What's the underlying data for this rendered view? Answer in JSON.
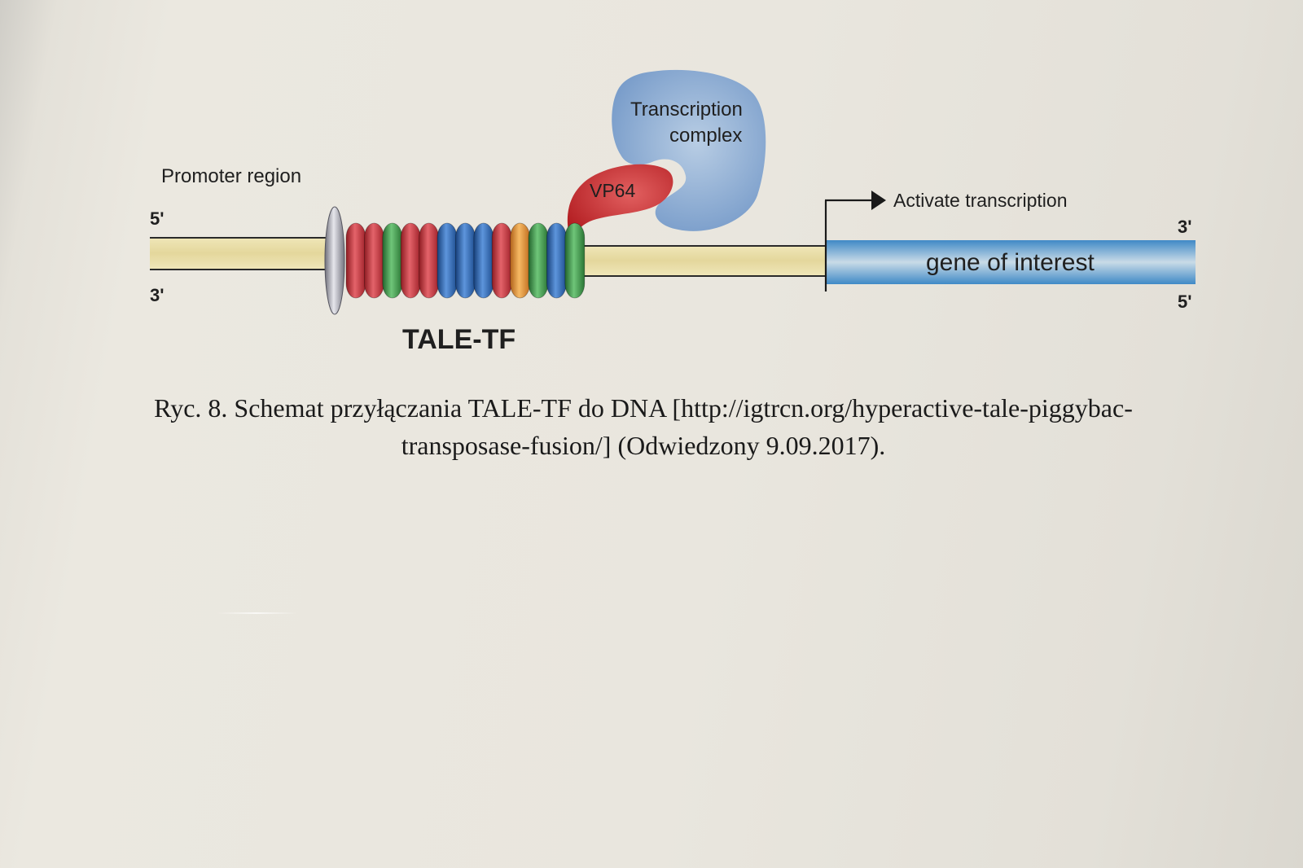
{
  "diagram": {
    "promoter_label": "Promoter region",
    "strand_top_left": "5'",
    "strand_bottom_left": "3'",
    "strand_top_right": "3'",
    "strand_bottom_right": "5'",
    "tale_label": "TALE-TF",
    "vp64_label": "VP64",
    "complex_label_line1": "Transcription",
    "complex_label_line2": "complex",
    "activate_label": "Activate transcription",
    "gene_label": "gene of interest",
    "colors": {
      "dna_yellow": "#e6dba2",
      "gene_blue": "#5d9ccf",
      "complex_blue": "#7ea3cf",
      "vp64_red": "#c42a2a",
      "repeat_red": "#c8323a",
      "repeat_green": "#3f9a4a",
      "repeat_blue": "#2d66b3",
      "repeat_orange": "#e3902c",
      "cap_gray": "#9a9aa6"
    },
    "repeats": [
      "red",
      "red",
      "green",
      "red",
      "red",
      "blue",
      "blue",
      "blue",
      "red",
      "orange",
      "green",
      "blue",
      "green"
    ]
  },
  "caption": {
    "line1": "Ryc. 8. Schemat przyłączania TALE-TF do DNA [http://igtrcn.org/hyperactive-tale-piggybac-",
    "line2": "transposase-fusion/] (Odwiedzony 9.09.2017)."
  }
}
